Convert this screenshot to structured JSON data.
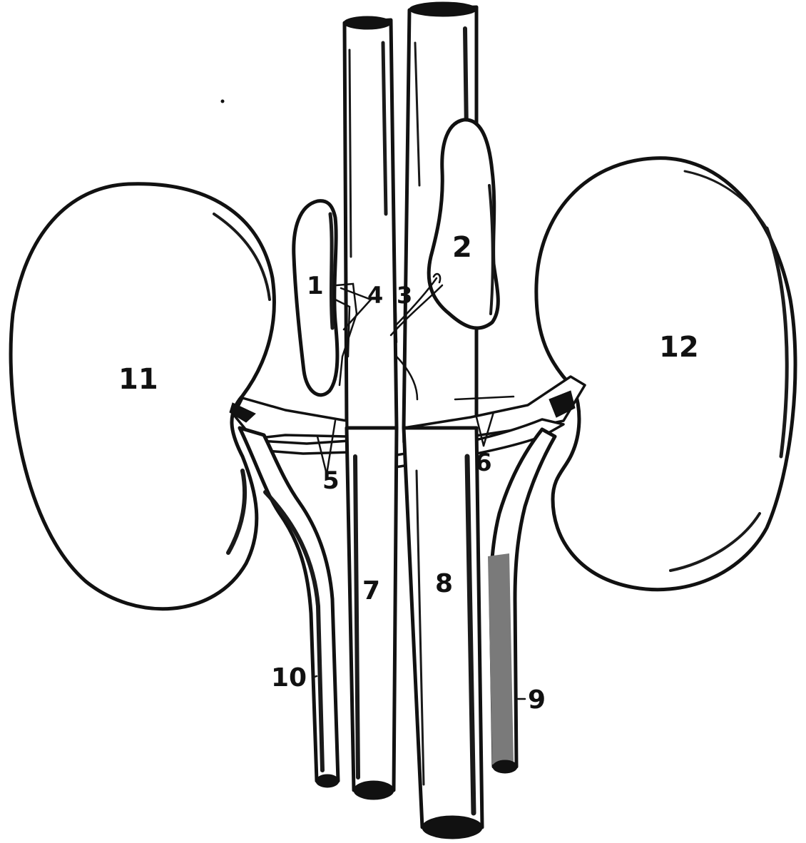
{
  "labels": {
    "n1": "1",
    "n2": "2",
    "n3": "3",
    "n4": "4",
    "n5": "5",
    "n6": "6",
    "n7": "7",
    "n8": "8",
    "n9": "9",
    "n10": "10",
    "n11": "11",
    "n12": "12"
  },
  "colors": {
    "ink": "#111111",
    "paper": "#ffffff",
    "highlight": "#7a7a7a"
  }
}
